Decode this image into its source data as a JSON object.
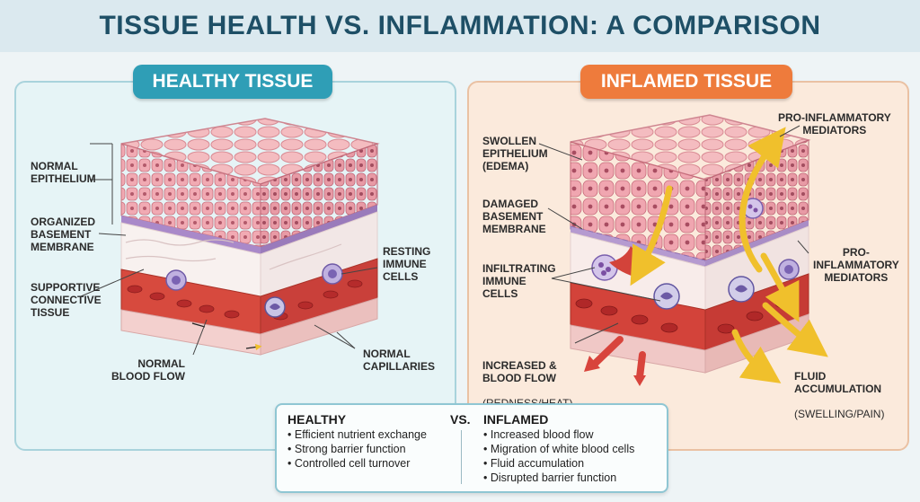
{
  "title": "TISSUE HEALTH VS. INFLAMMATION: A COMPARISON",
  "healthy": {
    "heading": "HEALTHY TISSUE",
    "labels": {
      "epithelium": "NORMAL\nEPITHELIUM",
      "basement": "ORGANIZED\nBASEMENT\nMEMBRANE",
      "connective": "SUPPORTIVE\nCONNECTIVE\nTISSUE",
      "immune": "RESTING\nIMMUNE\nCELLS",
      "blood_flow": "NORMAL\nBLOOD FLOW",
      "capillaries": "NORMAL\nCAPILLARIES"
    }
  },
  "inflamed": {
    "heading": "INFLAMED TISSUE",
    "labels": {
      "epithelium": "SWOLLEN\nEPITHELIUM\n(EDEMA)",
      "basement": "DAMAGED\nBASEMENT\nMEMBRANE",
      "immune": "INFILTRATING\nIMMUNE\nCELLS",
      "mediators_top": "PRO-INFLAMMATORY\nMEDIATORS",
      "mediators_side": "PRO-\nINFLAMMATORY\nMEDIATORS",
      "blood_flow_title": "INCREASED &\nBLOOD FLOW",
      "blood_flow_sub": "(REDNESS/HEAT)",
      "fluid_title": "FLUID\nACCUMULATION",
      "fluid_sub": "(SWELLING/PAIN)"
    }
  },
  "summary": {
    "left_title": "HEALTHY",
    "vs": "VS.",
    "right_title": "INFLAMED",
    "left_items": [
      "Efficient nutrient exchange",
      "Strong barrier function",
      "Controlled cell turnover"
    ],
    "right_items": [
      "Increased blood flow",
      "Migration of white blood cells",
      "Fluid accumulation",
      "Disrupted barrier function"
    ]
  },
  "colors": {
    "healthy_accent": "#2f9eb6",
    "inflamed_accent": "#ee7b3c",
    "title": "#1e4f66",
    "epithelium": "#f2b2b8",
    "blood": "#d8443c",
    "arrow": "#f0c02c"
  }
}
